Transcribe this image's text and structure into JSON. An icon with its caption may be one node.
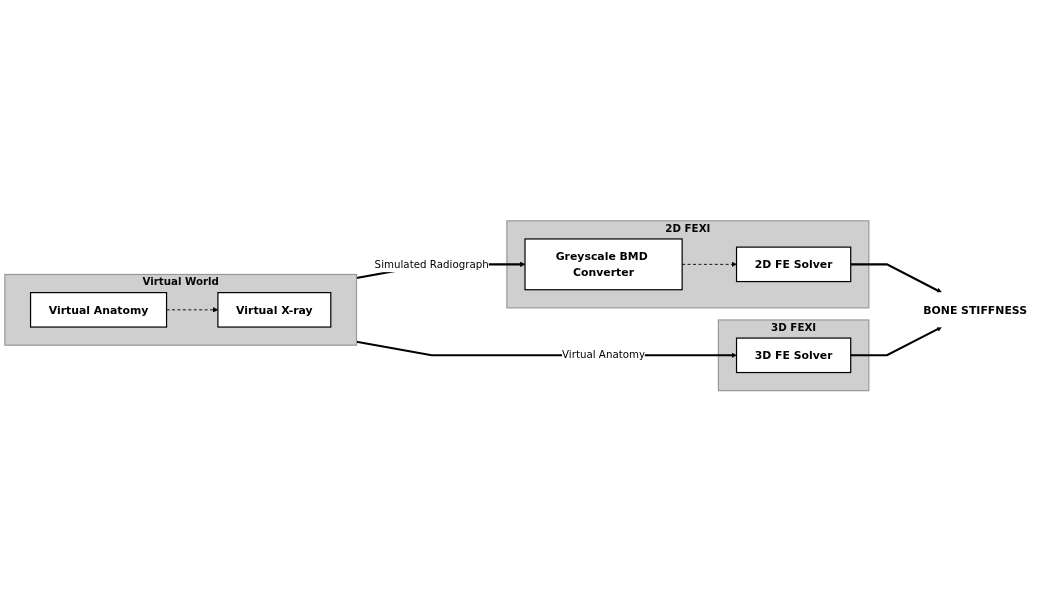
{
  "diagram": {
    "nodes": [
      {
        "text": [
          "Virtual World"
        ]
      },
      {
        "text": [
          "Virtual Anatomy"
        ],
        "in": 0
      },
      {
        "text": [
          "Virtual X-ray"
        ],
        "in": 0
      },
      {
        "text": [
          "2D FEXI"
        ]
      },
      {
        "text": [
          "Greyscale BMD Converter"
        ],
        "in": 3
      },
      {
        "text": [
          "2D FE Solver"
        ],
        "in": 3
      },
      {
        "text": [
          "3D FEXI"
        ]
      },
      {
        "text": [
          "3D FE Solver"
        ],
        "in": 6
      },
      {
        "text": [
          "BONE STIFFNESS"
        ]
      }
    ],
    "edges": [
      {
        "from": 1,
        "to": 2,
        "arrow": "to",
        "style": "dashed"
      },
      {
        "from": 0,
        "to": 4,
        "arrow": "to",
        "label": "Simulated Radiograph"
      },
      {
        "from": 0,
        "to": 7,
        "arrow": "to",
        "label": "Virtual Anatomy"
      },
      {
        "from": 4,
        "to": 5,
        "arrow": "to",
        "style": "dashed"
      },
      {
        "from": 5,
        "to": 8,
        "arrow": "to"
      },
      {
        "from": 7,
        "to": 8,
        "arrow": "to"
      }
    ]
  }
}
